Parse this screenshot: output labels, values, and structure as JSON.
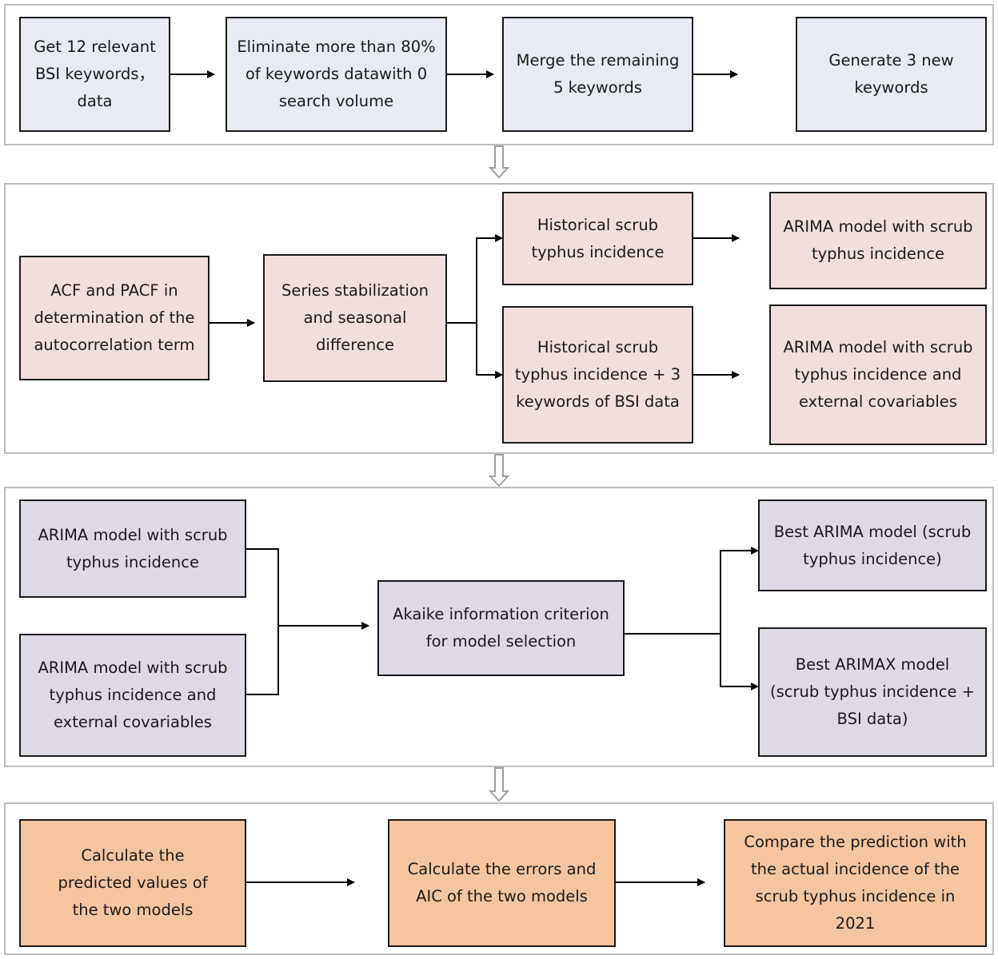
{
  "colors": {
    "section1_fill": "#e8ebf3",
    "section2_fill": "#f1dfdd",
    "section3_fill": "#dfd9e7",
    "section4_fill": "#f5c5a0",
    "panel_border": "#bdbdbd",
    "arrow": "#000000",
    "hollow_arrow": "#9e9e9e"
  },
  "sections": [
    {
      "boxes": [
        {
          "lines": [
            "Get 12 relevant",
            "BSI keywords，",
            "data"
          ]
        },
        {
          "lines": [
            "Eliminate more than 80%",
            "of keywords datawith 0",
            "search volume"
          ]
        },
        {
          "lines": [
            "Merge the remaining",
            "5 keywords"
          ]
        },
        {
          "lines": [
            "Generate 3 new",
            "keywords"
          ]
        }
      ]
    },
    {
      "boxes": [
        {
          "lines": [
            "ACF and PACF in",
            "determination of the",
            "autocorrelation term"
          ]
        },
        {
          "lines": [
            "Series stabilization",
            "and seasonal",
            "difference"
          ]
        },
        {
          "lines": [
            "Historical scrub",
            "typhus incidence"
          ]
        },
        {
          "lines": [
            "Historical scrub",
            "typhus incidence + 3",
            "keywords of BSI data"
          ]
        },
        {
          "lines": [
            "ARIMA model with scrub",
            "typhus incidence"
          ]
        },
        {
          "lines": [
            "ARIMA model with scrub",
            "typhus incidence and",
            "external covariables"
          ]
        }
      ]
    },
    {
      "boxes": [
        {
          "lines": [
            "ARIMA model with scrub",
            "typhus incidence"
          ]
        },
        {
          "lines": [
            "ARIMA model with scrub",
            "typhus incidence and",
            "external covariables"
          ]
        },
        {
          "lines": [
            "Akaike information criterion",
            "for model selection"
          ]
        },
        {
          "lines": [
            "Best ARIMA model (scrub",
            "typhus incidence)"
          ]
        },
        {
          "lines": [
            "Best ARIMAX model",
            "(scrub typhus incidence +",
            "BSI data)"
          ]
        }
      ]
    },
    {
      "boxes": [
        {
          "lines": [
            "Calculate the",
            "predicted values of",
            "the two models"
          ]
        },
        {
          "lines": [
            "Calculate the errors and",
            "AIC of the two models"
          ]
        },
        {
          "lines": [
            "Compare the prediction with",
            "the actual incidence of the",
            "scrub typhus incidence in 2021"
          ]
        }
      ]
    }
  ]
}
